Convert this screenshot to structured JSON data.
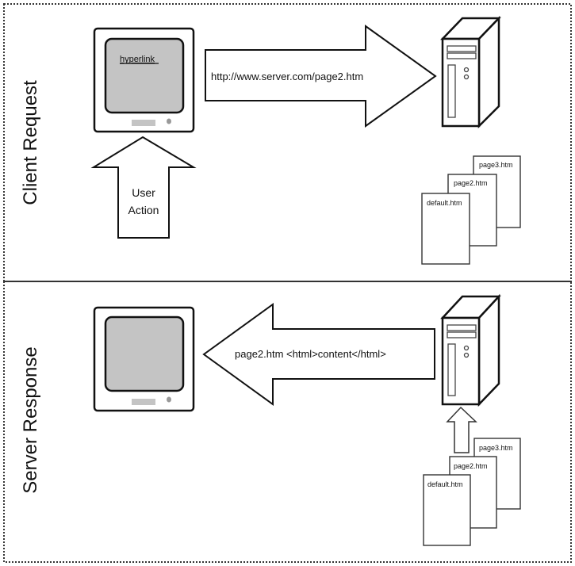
{
  "sections": {
    "request": {
      "title": "Client Request",
      "monitor_link_text": "hyperlink",
      "request_arrow_text": "http://www.server.com/page2.htm",
      "user_action_line1": "User",
      "user_action_line2": "Action",
      "pages": [
        "default.htm",
        "page2.htm",
        "page3.htm"
      ]
    },
    "response": {
      "title": "Server Response",
      "response_arrow_text": "page2.htm <html>content</html>",
      "pages": [
        "default.htm",
        "page2.htm",
        "page3.htm"
      ]
    }
  },
  "colors": {
    "screen": "#c4c4c4",
    "stroke": "#111111",
    "dots": "#333333"
  }
}
